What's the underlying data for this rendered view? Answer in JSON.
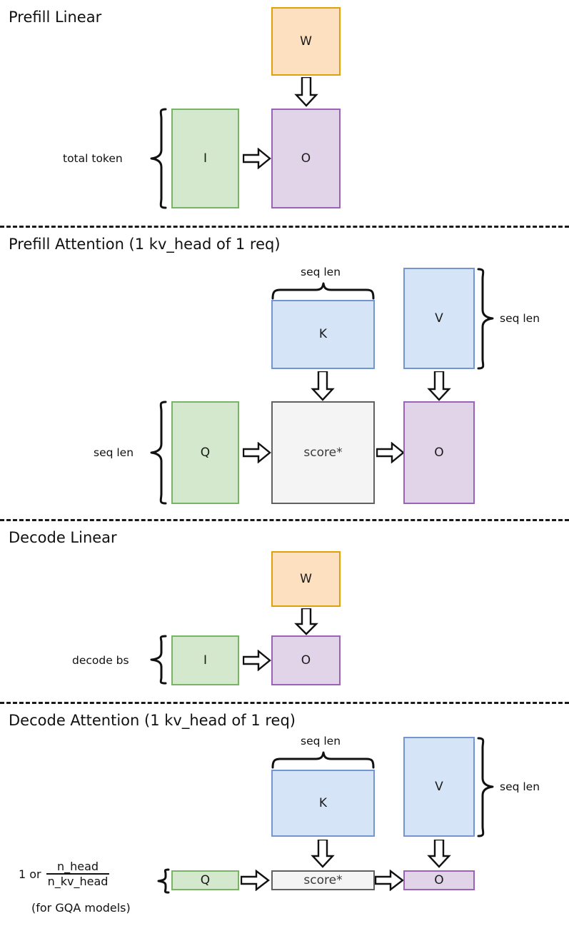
{
  "figure": {
    "title_hidden": "",
    "sections": [
      {
        "id": "prefill-linear",
        "title": "Prefill Linear",
        "row_label": "total token",
        "boxes": [
          {
            "name": "w",
            "label": "W",
            "color": "orange"
          },
          {
            "name": "i",
            "label": "I",
            "color": "green"
          },
          {
            "name": "o",
            "label": "O",
            "color": "purple"
          }
        ]
      },
      {
        "id": "prefill-attention",
        "title": "Prefill Attention (1 kv_head of 1 req)",
        "top_brace_label": "seq len",
        "right_brace_label": "seq len",
        "left_brace_label": "seq len",
        "boxes": [
          {
            "name": "k",
            "label": "K",
            "color": "blue"
          },
          {
            "name": "v",
            "label": "V",
            "color": "blue"
          },
          {
            "name": "q",
            "label": "Q",
            "color": "green"
          },
          {
            "name": "score",
            "label": "score*",
            "color": "gray"
          },
          {
            "name": "o",
            "label": "O",
            "color": "purple"
          }
        ]
      },
      {
        "id": "decode-linear",
        "title": "Decode Linear",
        "row_label": "decode bs",
        "boxes": [
          {
            "name": "w",
            "label": "W",
            "color": "orange"
          },
          {
            "name": "i",
            "label": "I",
            "color": "green"
          },
          {
            "name": "o",
            "label": "O",
            "color": "purple"
          }
        ]
      },
      {
        "id": "decode-attention",
        "title": "Decode Attention (1 kv_head of 1 req)",
        "top_brace_label": "seq len",
        "right_brace_label": "seq len",
        "left_label_prefix": "1 or",
        "left_label_numerator": "n_head",
        "left_label_denominator": "n_kv_head",
        "left_label_note": "(for GQA models)",
        "boxes": [
          {
            "name": "k",
            "label": "K",
            "color": "blue"
          },
          {
            "name": "v",
            "label": "V",
            "color": "blue"
          },
          {
            "name": "q",
            "label": "Q",
            "color": "green"
          },
          {
            "name": "score",
            "label": "score*",
            "color": "gray"
          },
          {
            "name": "o",
            "label": "O",
            "color": "purple"
          }
        ]
      }
    ],
    "colors": {
      "orange_fill": "#FCE0C0",
      "orange_stroke": "#E0A009",
      "green_fill": "#D3E8CC",
      "green_stroke": "#78B368",
      "purple_fill": "#E1D4E9",
      "purple_stroke": "#9B63B5",
      "blue_fill": "#D6E4F7",
      "blue_stroke": "#7396D0",
      "gray_fill": "#F4F4F4",
      "gray_stroke": "#616161",
      "ink": "#111111"
    }
  }
}
